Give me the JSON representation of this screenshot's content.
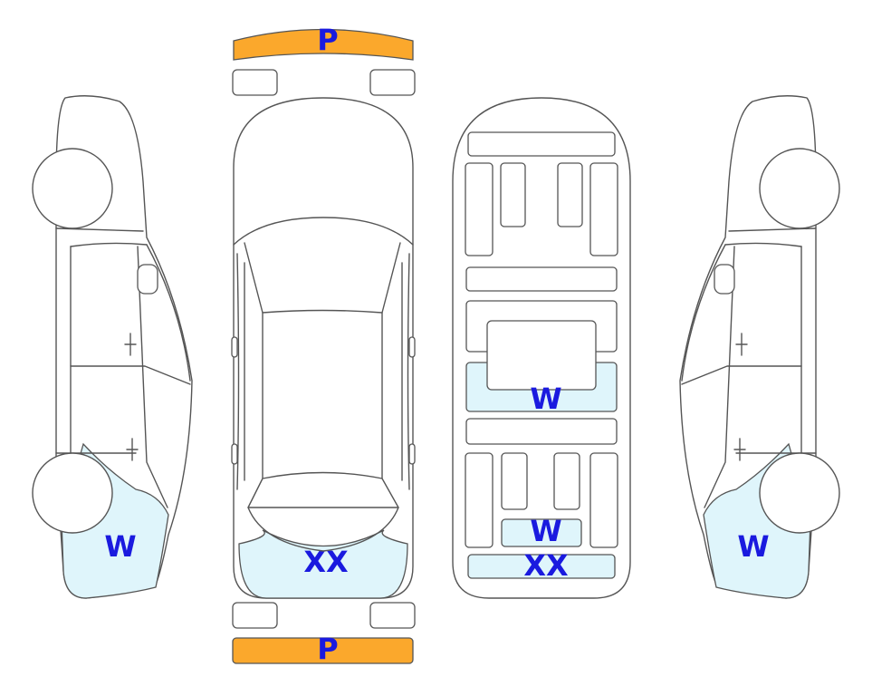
{
  "colors": {
    "outline": "#555555",
    "damage_fill": "#dff5fb",
    "bumper_fill": "#fba82c",
    "mark_text": "#1a1adf"
  },
  "marks": {
    "front_bumper": "P",
    "rear_bumper": "P",
    "left_rear_quarter": "W",
    "right_rear_quarter": "W",
    "top_rear_bumper": "XX",
    "underside_middle": "W",
    "underside_rear": "W",
    "underside_rear_bumper": "XX"
  }
}
